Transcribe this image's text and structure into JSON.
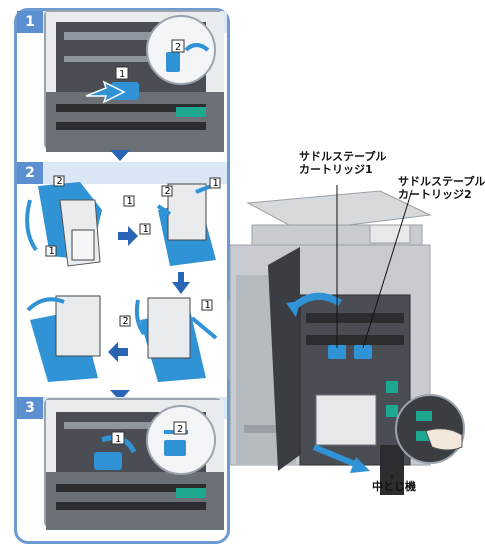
{
  "steps": [
    {
      "number": "1"
    },
    {
      "number": "2"
    },
    {
      "number": "3"
    }
  ],
  "tags": {
    "one": "1",
    "two": "2"
  },
  "callouts": {
    "cartridge1_line1": "サドルステープル",
    "cartridge1_line2": "カートリッジ1",
    "cartridge2_line1": "サドルステープル",
    "cartridge2_line2": "カートリッジ2",
    "saddle_unit": "中とじ機"
  },
  "colors": {
    "accent": "#5b8fcf",
    "panel_border": "#6c9bd2",
    "step_bar": "#dbe7f4",
    "cartridge_blue": "#2f93d6",
    "machine_dark": "#3a3d42",
    "machine_light": "#c8ccd0"
  }
}
